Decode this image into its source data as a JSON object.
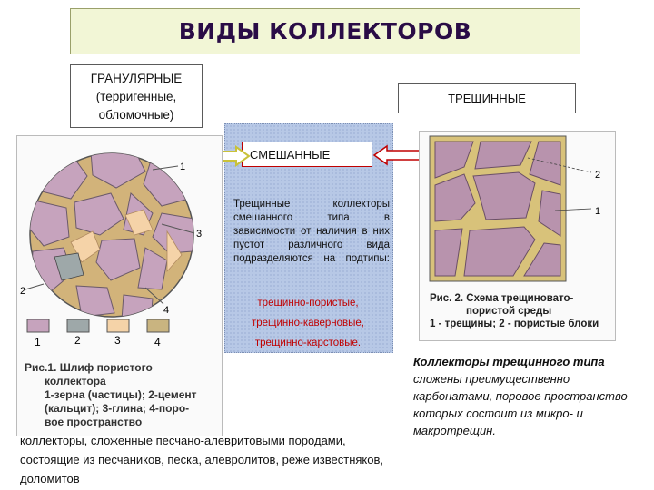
{
  "title": "ВИДЫ КОЛЛЕКТОРОВ",
  "granular": {
    "line1": "ГРАНУЛЯРНЫЕ",
    "line2": "(терригенные,",
    "line3": "обломочные)"
  },
  "fractured": {
    "label": "ТРЕЩИННЫЕ"
  },
  "mixed": {
    "label": "СМЕШАННЫЕ",
    "text": "Трещинные коллекторы смешанного типа в зависимости от наличия в них пустот различного вида подразделяются на подтипы:",
    "subtypes": [
      "трещинно-пористые,",
      "трещинно-каверновые,",
      "трещинно-карстовые."
    ]
  },
  "figure1": {
    "callouts": [
      "1",
      "2",
      "3",
      "4"
    ],
    "swatch_labels": [
      "1",
      "2",
      "3",
      "4"
    ],
    "caption": {
      "line1": "Рис.1. Шлиф пористого",
      "line2": "коллектора",
      "line3": "1-зерна (частицы); 2-цемент",
      "line4": "(кальцит); 3-глина; 4-поро-",
      "line5": "вое пространство"
    },
    "colors": {
      "grain": "#c6a3bd",
      "cement": "#c9b480",
      "clay": "#f5d3a8",
      "pore": "#9ea8a9",
      "circle_fill": "#d7b87a"
    }
  },
  "figure2": {
    "callouts": [
      "2",
      "1"
    ],
    "caption": {
      "line1": "Рис. 2. Схема трещиновато-",
      "line2": "пористой среды",
      "line3": "1 - трещины; 2 - пористые блоки"
    },
    "colors": {
      "block": "#b893ad",
      "fissure": "#d8c27a"
    }
  },
  "granular_description": "коллекторы, сложенные песчано-алевритовыми породами, состоящие из песчаников, песка, алевролитов, реже известняков, доломитов",
  "fractured_description": {
    "first": "Коллекторы трещинного типа",
    "rest": "сложены преимущественно карбонатами, поровое пространство которых состоит из микро- и макротрещин."
  }
}
